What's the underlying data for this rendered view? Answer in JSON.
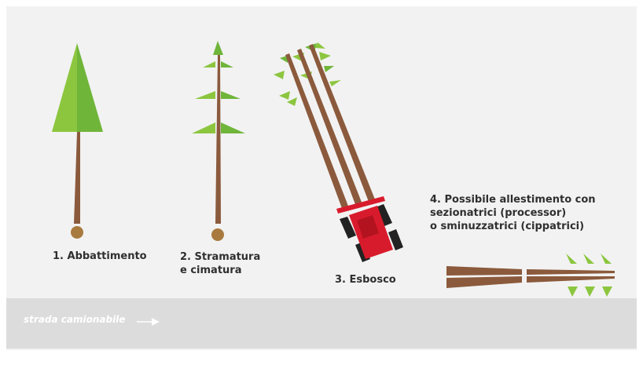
{
  "steps": {
    "step1": {
      "label": "1. Abbattimento"
    },
    "step2": {
      "line1": "2. Stramatura",
      "line2": "e cimatura"
    },
    "step3": {
      "label": "3. Esbosco"
    },
    "step4": {
      "line1": "4. Possibile allestimento con",
      "line2": "sezionatrici (processor)",
      "line3": "o sminuzzatrici (cippatrici)"
    }
  },
  "road": {
    "label": "strada camionabile",
    "arrow_icon": "arrow-right-icon"
  },
  "colors": {
    "trunk": "#8b5a3c",
    "stump": "#a97a3f",
    "foliage_light": "#8cc63f",
    "foliage_dark": "#6fb53a",
    "machine": "#d81b2c",
    "tire": "#222222",
    "road": "#dcdcdc",
    "panel": "#f2f2f2"
  }
}
